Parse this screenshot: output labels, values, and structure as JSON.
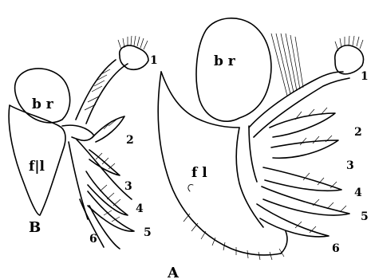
{
  "labels": {
    "A_br": "b r",
    "A_fl": "f l",
    "A_letter": "A",
    "B_br": "b r",
    "B_fl": "f|l",
    "B_letter": "B",
    "A_nums": [
      "1",
      "2",
      "3",
      "4",
      "5",
      "6"
    ],
    "B_nums": [
      "1",
      "2",
      "3",
      "4",
      "5",
      "6"
    ]
  }
}
